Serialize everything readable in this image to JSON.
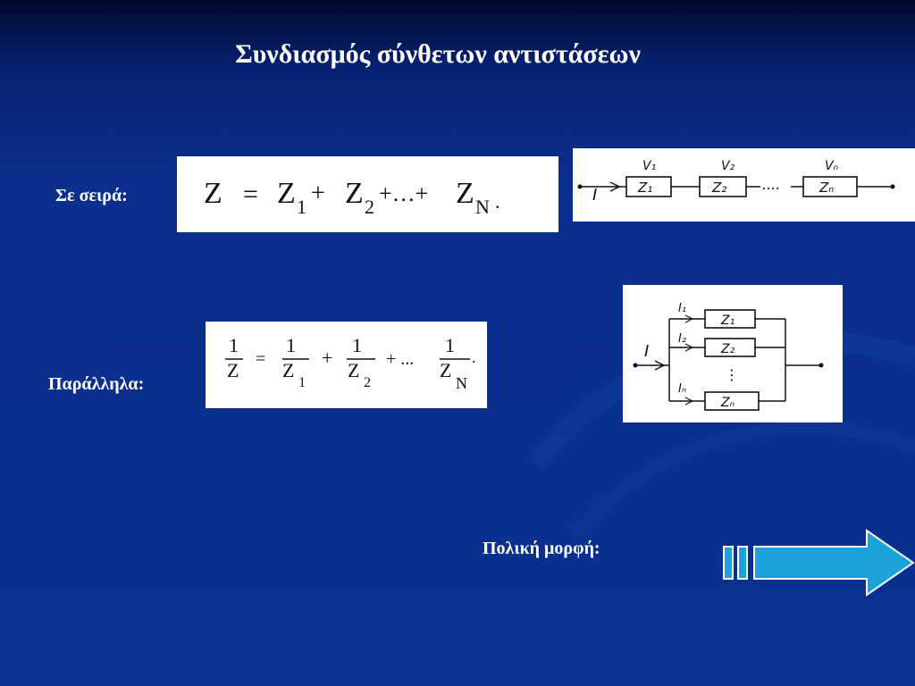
{
  "slide": {
    "title": "Συνδιασμός σύνθετων αντιστάσεων",
    "series_label": "Σε σειρά:",
    "parallel_label": "Παράλληλα:",
    "polar_label": "Πολική μορφή:"
  },
  "series_formula": {
    "lhs": "Z",
    "eq": "=",
    "t1": "Z",
    "s1": "1",
    "plus1": "+",
    "t2": "Z",
    "s2": "2",
    "dots": "+…+",
    "tn": "Z",
    "sn": "N",
    "end": "."
  },
  "parallel_formula": {
    "one": "1",
    "lhs_den": "Z",
    "eq": "=",
    "plus": "+",
    "dots": "+  ...",
    "den1": "Z",
    "sub1": "1",
    "den2": "Z",
    "sub2": "2",
    "denN": "Z",
    "subN": "N",
    "end": "."
  },
  "series_circuit": {
    "current": "I",
    "v1": "V₁",
    "v2": "V₂",
    "vn": "Vₙ",
    "z1": "Z₁",
    "z2": "Z₂",
    "zn": "Zₙ",
    "dots": "...."
  },
  "parallel_circuit": {
    "current": "I",
    "i1": "I₁",
    "i2": "I₂",
    "in": "Iₙ",
    "z1": "Z₁",
    "z2": "Z₂",
    "zn": "Zₙ",
    "vdots": "⋮"
  },
  "colors": {
    "arrow_fill": "#1aa3d8",
    "arrow_stroke": "#ffffff"
  },
  "icons": {
    "next": "arrow-right-icon"
  }
}
